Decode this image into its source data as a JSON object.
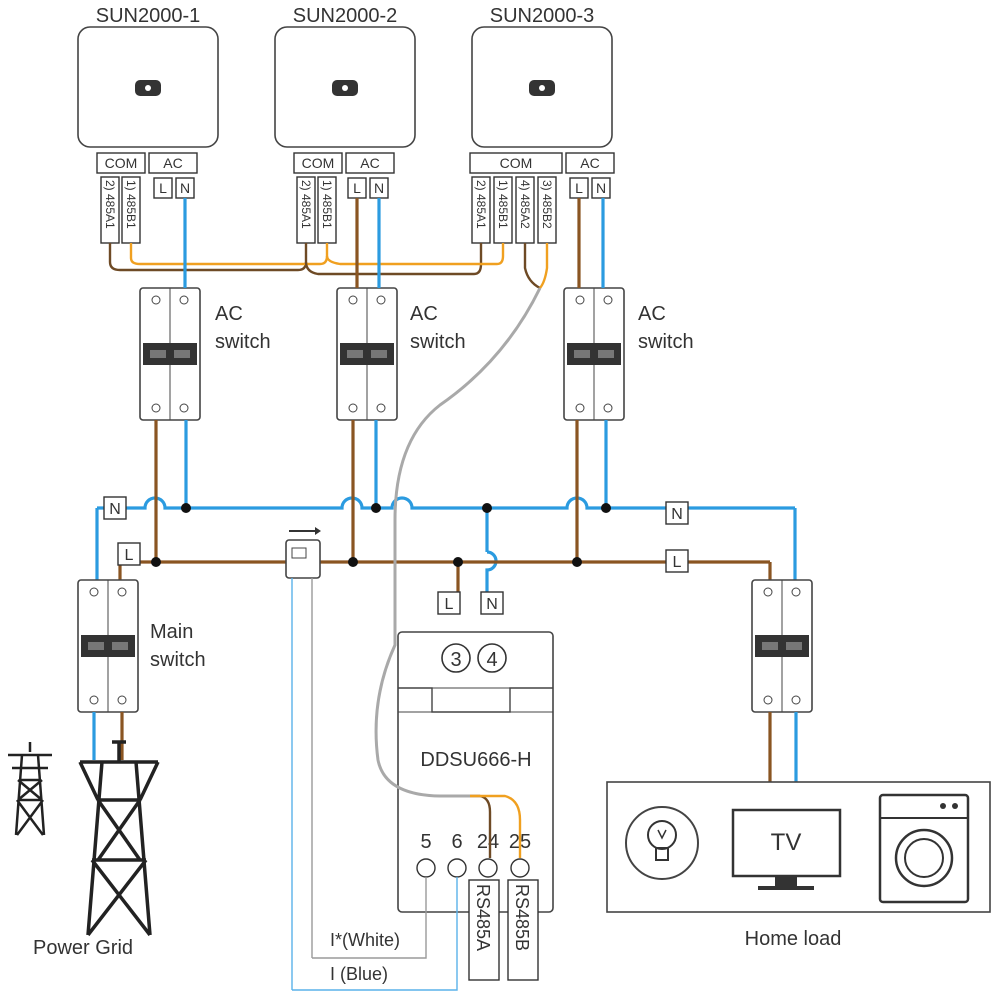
{
  "inverters": [
    {
      "name": "SUN2000-1",
      "com_label": "COM",
      "ac_label": "AC",
      "com_pins": [
        "2) 485A1",
        "1) 485B1"
      ],
      "ac_pins": [
        "L",
        "N"
      ]
    },
    {
      "name": "SUN2000-2",
      "com_label": "COM",
      "ac_label": "AC",
      "com_pins": [
        "2) 485A1",
        "1) 485B1"
      ],
      "ac_pins": [
        "L",
        "N"
      ]
    },
    {
      "name": "SUN2000-3",
      "com_label": "COM",
      "ac_label": "AC",
      "com_pins": [
        "2) 485A1",
        "1) 485B1",
        "4) 485A2",
        "3) 485B2"
      ],
      "ac_pins": [
        "L",
        "N"
      ]
    }
  ],
  "ac_switch_label": [
    "AC",
    "switch"
  ],
  "main_switch_label": [
    "Main",
    "switch"
  ],
  "bus_labels": {
    "n": "N",
    "l": "L"
  },
  "meter": {
    "name": "DDSU666-H",
    "top_terminals": [
      "3",
      "4"
    ],
    "top_labels": [
      "L",
      "N"
    ],
    "bottom_terminals": [
      "5",
      "6",
      "24",
      "25"
    ],
    "rs485_labels": [
      "RS485A",
      "RS485B"
    ]
  },
  "ct_labels": {
    "white": "I*(White)",
    "blue": "I   (Blue)"
  },
  "power_grid_label": "Power Grid",
  "home_load": {
    "label": "Home load",
    "tv_label": "TV"
  },
  "colors": {
    "line_brown": "#8a5522",
    "neutral_blue": "#2b9be0",
    "rs485_orange": "#f0a020",
    "rs485_gray": "#a9a9a9"
  }
}
